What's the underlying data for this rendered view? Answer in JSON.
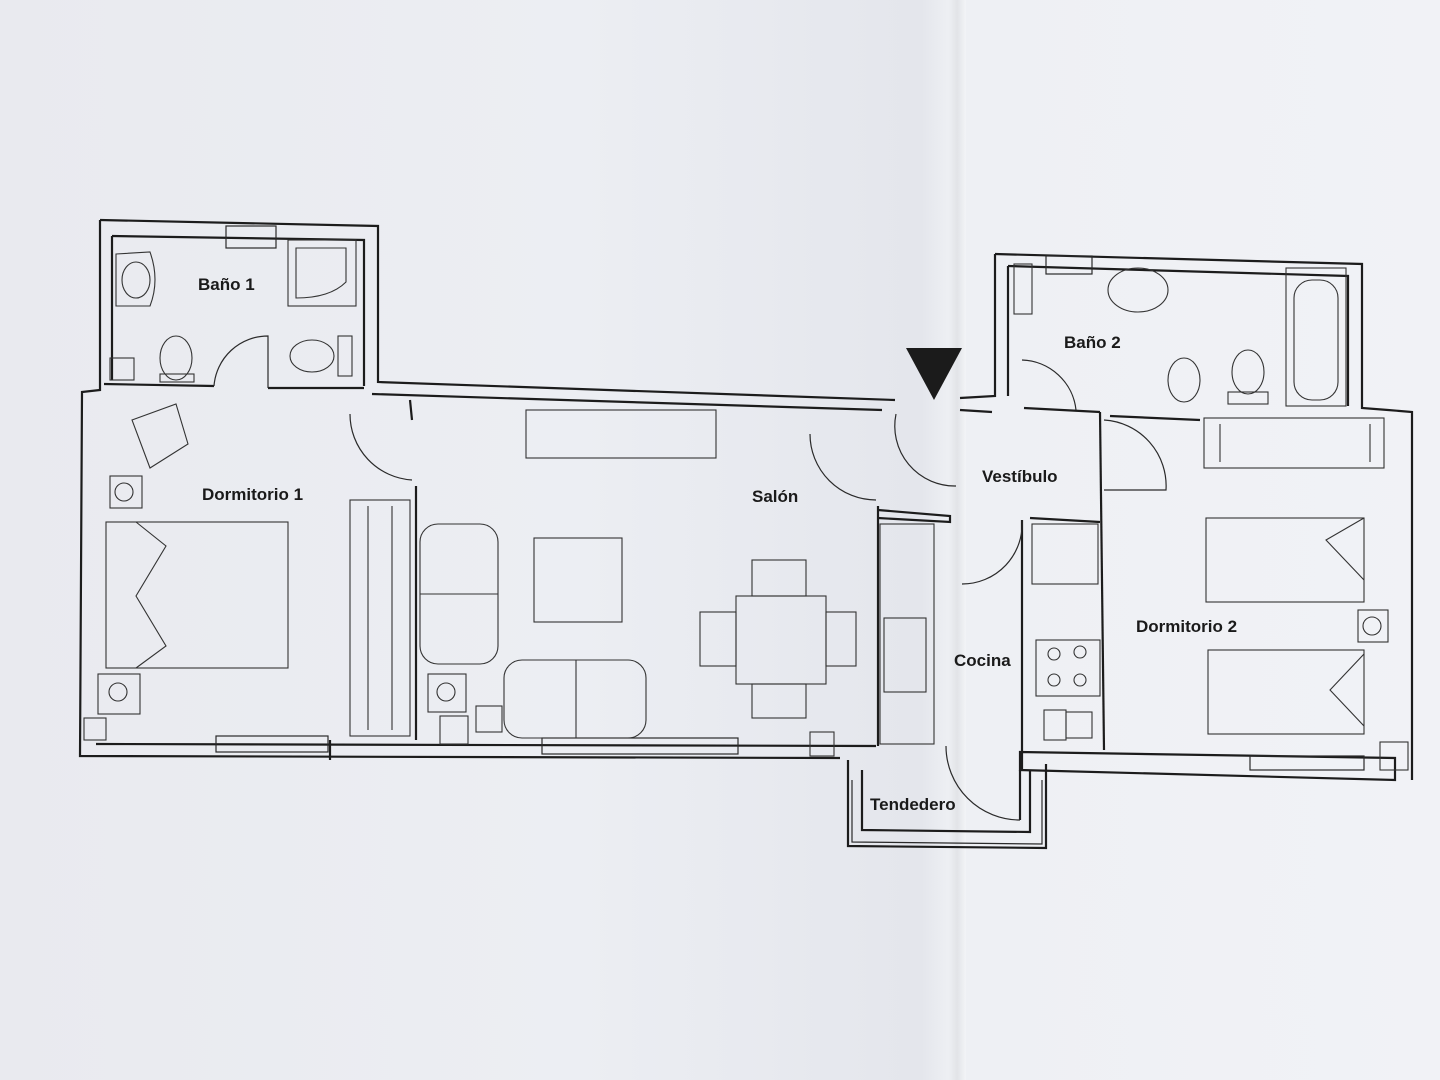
{
  "rooms": {
    "bano1": "Baño 1",
    "bano2": "Baño 2",
    "dormitorio1": "Dormitorio 1",
    "dormitorio2": "Dormitorio 2",
    "salon": "Salón",
    "vestibulo": "Vestíbulo",
    "cocina": "Cocina",
    "tendedero": "Tendedero"
  }
}
